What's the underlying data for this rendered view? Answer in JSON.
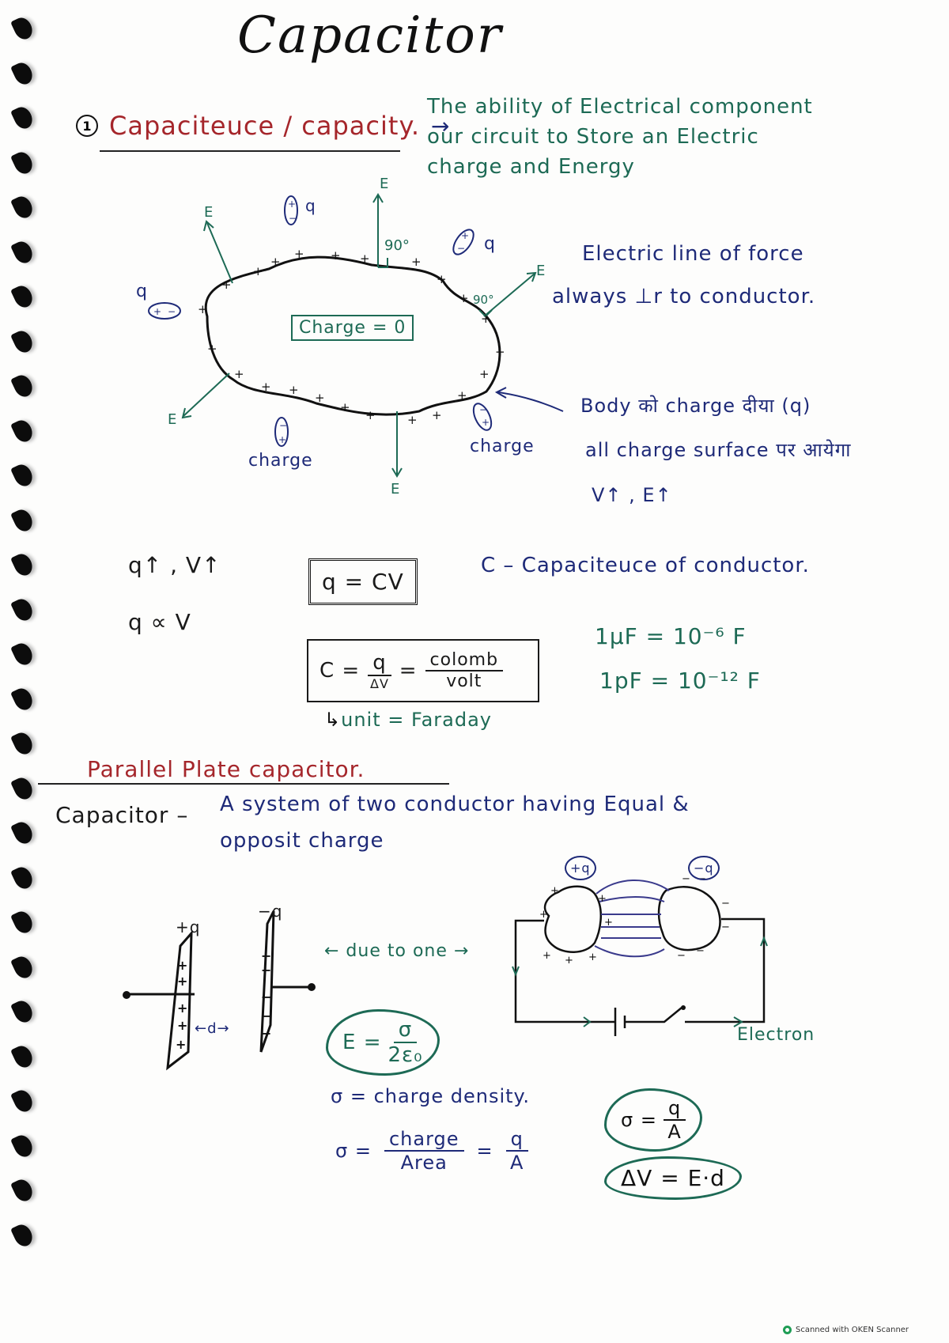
{
  "page": {
    "title": "Capacitor",
    "spiral_holes": 28
  },
  "section1": {
    "number": "1",
    "heading": "Capaciteuce / capacity.",
    "arrow": "→",
    "definition_lines": [
      "The ability of Electrical component",
      "our circuit to Store an Electric",
      "charge and Energy"
    ]
  },
  "conductor_diagram": {
    "center_label": "Charge = 0",
    "field_label": "E",
    "angle_top": "90°",
    "angle_right": "90°",
    "dipole_labels": [
      "q",
      "q",
      "q"
    ],
    "charge_labels": [
      "charge",
      "charge"
    ],
    "surface_sign": "+"
  },
  "notes_right": {
    "line1": "Electric line of force",
    "line2": "always ⊥r to conductor.",
    "body_line1": "Body को charge दीया (q)",
    "body_line2": "all charge surface पर आयेगा",
    "body_line3": "V↑ , E↑"
  },
  "relations": {
    "q_v_up": "q↑ , V↑",
    "proportional": "q ∝ V",
    "main_formula": "q = CV",
    "c_definition": "C – Capaciteuce of conductor.",
    "capacitance_lhs": "C =",
    "capacitance_num": "q",
    "capacitance_den": "ΔV",
    "unit_num": "colomb",
    "unit_den": "volt",
    "unit_note": "unit = Faraday",
    "micro_farad": "1μF = 10⁻⁶ F",
    "pico_farad": "1pF = 10⁻¹² F"
  },
  "section2": {
    "heading": "Parallel Plate capacitor.",
    "definition_term": "Capacitor –",
    "definition_line1": "A system of two conductor having Equal &",
    "definition_line2": "opposit charge"
  },
  "plates_diagram": {
    "plus_label": "+q",
    "minus_label": "−q",
    "gap_label": "←d→",
    "due_to_one": "← due to one →",
    "field_formula_lhs": "E =",
    "field_formula_num": "σ",
    "field_formula_den": "2ε₀"
  },
  "circuit_diagram": {
    "plus_badge": "+q",
    "minus_badge": "−q",
    "electron_label": "Electron"
  },
  "density": {
    "definition": "σ = charge density.",
    "lhs": "σ =",
    "num": "charge",
    "den": "Area",
    "eq": "=",
    "num2": "q",
    "den2": "A",
    "cloud1_lhs": "σ =",
    "cloud1_num": "q",
    "cloud1_den": "A",
    "cloud2": "ΔV = E·d"
  },
  "footer": {
    "scanner_text": "Scanned with OKEN Scanner"
  }
}
